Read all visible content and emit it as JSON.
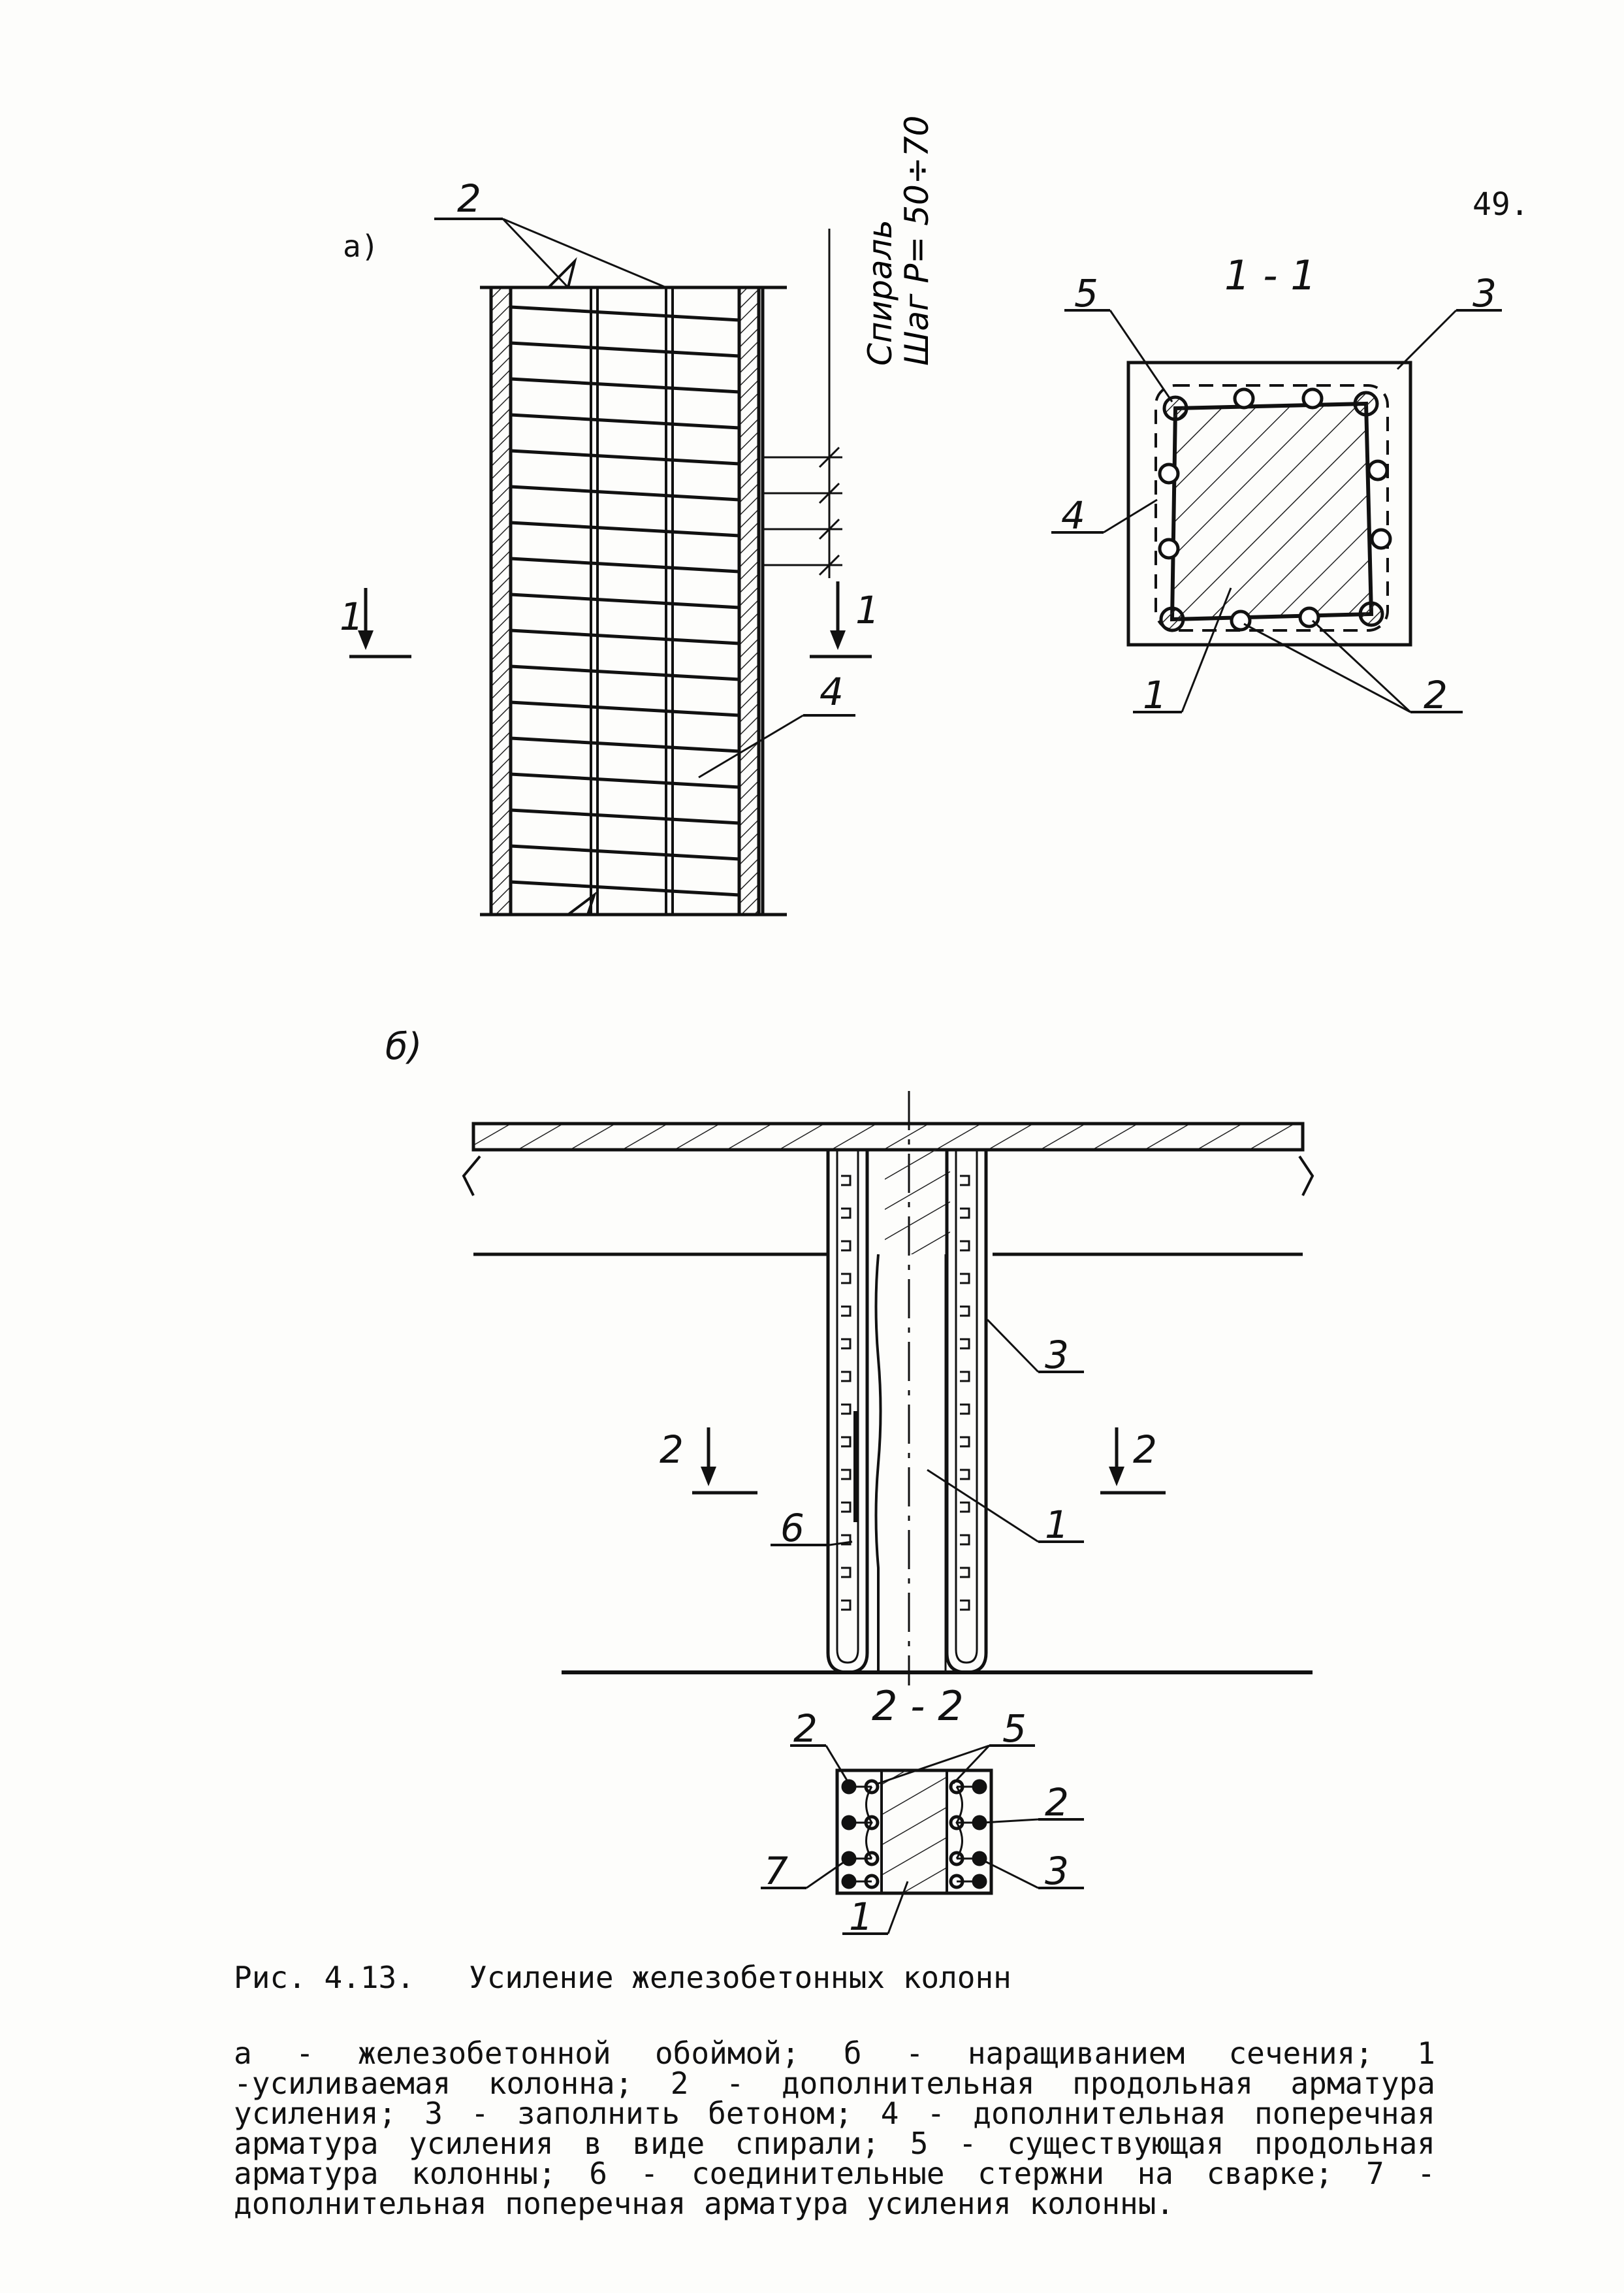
{
  "page_number": "49.",
  "panel_a": {
    "label": "а)",
    "callouts": [
      "2",
      "4"
    ],
    "spiral_label_line1": "Спираль",
    "spiral_label_line2": "Шаг P= 50÷70",
    "section_mark_left": "1",
    "section_mark_right": "1"
  },
  "section_1_1": {
    "title": "1 - 1",
    "callouts": [
      "5",
      "3",
      "4",
      "1",
      "2"
    ]
  },
  "panel_b": {
    "label": "б)",
    "callouts": [
      "3",
      "1",
      "6"
    ],
    "section_mark_left": "2",
    "section_mark_right": "2"
  },
  "section_2_2": {
    "title": "2 - 2",
    "callouts": [
      "2",
      "5",
      "2",
      "7",
      "3",
      "1"
    ]
  },
  "caption": {
    "figure": "Рис. 4.13.",
    "title": "Усиление железобетонных колонн"
  },
  "legend": "а - железобетонной обоймой; б - наращиванием сечения; 1 -усиливаемая колонна; 2 - дополнительная продольная арматура усиления; 3 - заполнить бетоном; 4 - дополнительная поперечная арматура усиления в виде спирали; 5 - существующая продольная арматура колонны; 6 - соединительные стержни на сварке; 7 - дополнительная поперечная арматура усиления колонны."
}
